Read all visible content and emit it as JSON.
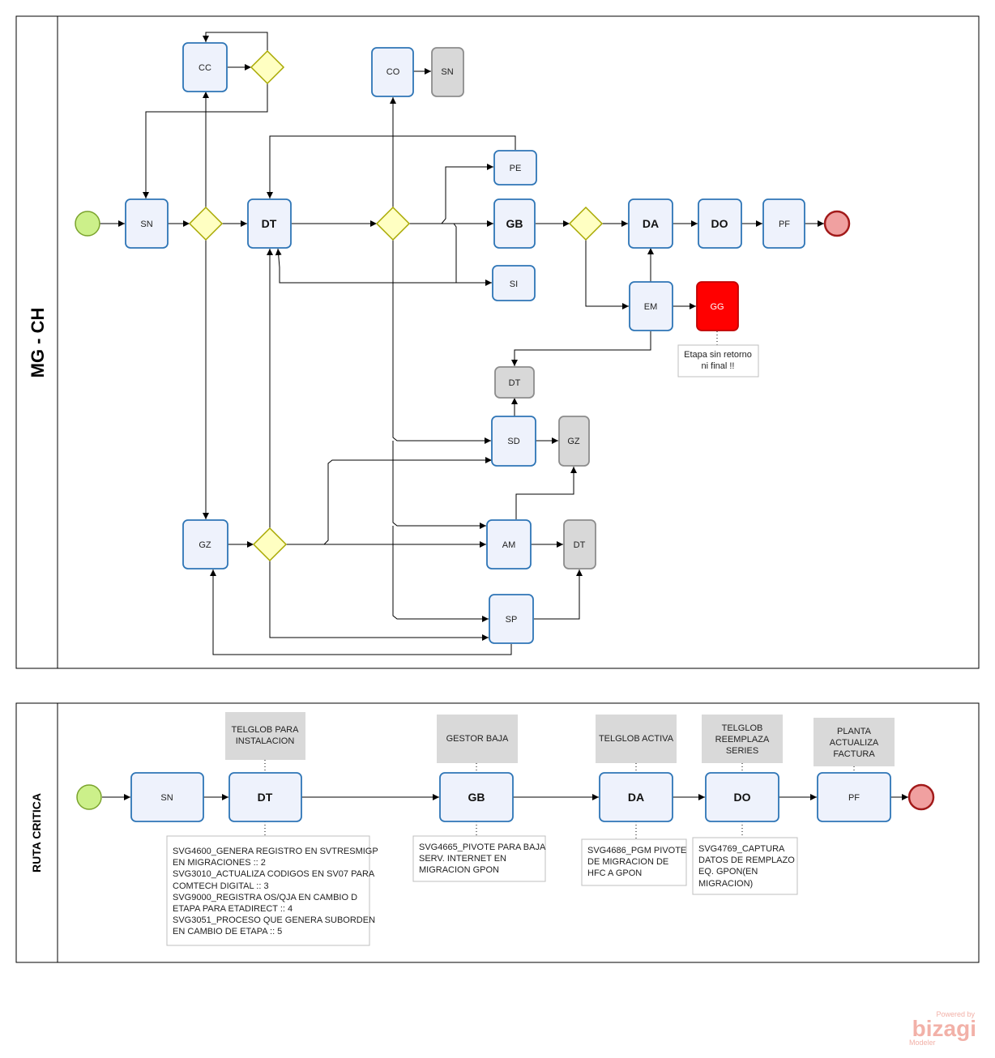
{
  "pool1": {
    "title": "MG - CH"
  },
  "pool2": {
    "title": "RUTA CRITICA"
  },
  "tasks1": {
    "cc": "CC",
    "co": "CO",
    "sn_gray": "SN",
    "sn": "SN",
    "dt": "DT",
    "pe": "PE",
    "gb": "GB",
    "si": "SI",
    "da": "DA",
    "do": "DO",
    "pf": "PF",
    "em": "EM",
    "gg": "GG",
    "dt_gray_top": "DT",
    "sd": "SD",
    "gz_gray": "GZ",
    "gz": "GZ",
    "am": "AM",
    "dt_gray_mid": "DT",
    "sp": "SP"
  },
  "annotation1": {
    "line1": "Etapa sin retorno",
    "line2": "ni final !!"
  },
  "tasks2": {
    "sn": "SN",
    "dt": "DT",
    "gb": "GB",
    "da": "DA",
    "do": "DO",
    "pf": "PF"
  },
  "notes": {
    "dt": [
      "TELGLOB PARA",
      "INSTALACION"
    ],
    "gb": [
      "GESTOR BAJA"
    ],
    "da": [
      "TELGLOB ACTIVA"
    ],
    "do": [
      "TELGLOB",
      "REEMPLAZA",
      "SERIES"
    ],
    "pf": [
      "PLANTA",
      "ACTUALIZA",
      "FACTURA"
    ]
  },
  "annotations2": {
    "dt": [
      "SVG4600_GENERA REGISTRO EN SVTRESMIGP",
      "EN MIGRACIONES  :: 2",
      "SVG3010_ACTUALIZA CODIGOS EN SV07 PARA",
      "COMTECH DIGITAL  :: 3",
      "SVG9000_REGISTRA OS/QJA EN CAMBIO D",
      "ETAPA PARA ETADIRECT  :: 4",
      "SVG3051_PROCESO QUE GENERA SUBORDEN",
      "EN CAMBIO DE ETAPA  :: 5"
    ],
    "gb": [
      "SVG4665_PIVOTE PARA BAJA",
      "SERV. INTERNET EN",
      "MIGRACION GPON"
    ],
    "da": [
      "SVG4686_PGM PIVOTE",
      "DE MIGRACION DE",
      "HFC A GPON"
    ],
    "do": [
      "SVG4769_CAPTURA",
      "DATOS DE REMPLAZO",
      "EQ. GPON(EN",
      "MIGRACION)"
    ]
  },
  "logo": {
    "powered": "Powered by",
    "brand": "bizagi",
    "product": "Modeler"
  },
  "colors": {
    "task_fill": "#eef2fc",
    "task_border": "#2e75b6",
    "gray_task": "#d8d8d8",
    "red_task": "#ff0000",
    "gateway": "#ffffc2",
    "start_event": "#ccf08a",
    "end_event": "#f0a0a0"
  }
}
